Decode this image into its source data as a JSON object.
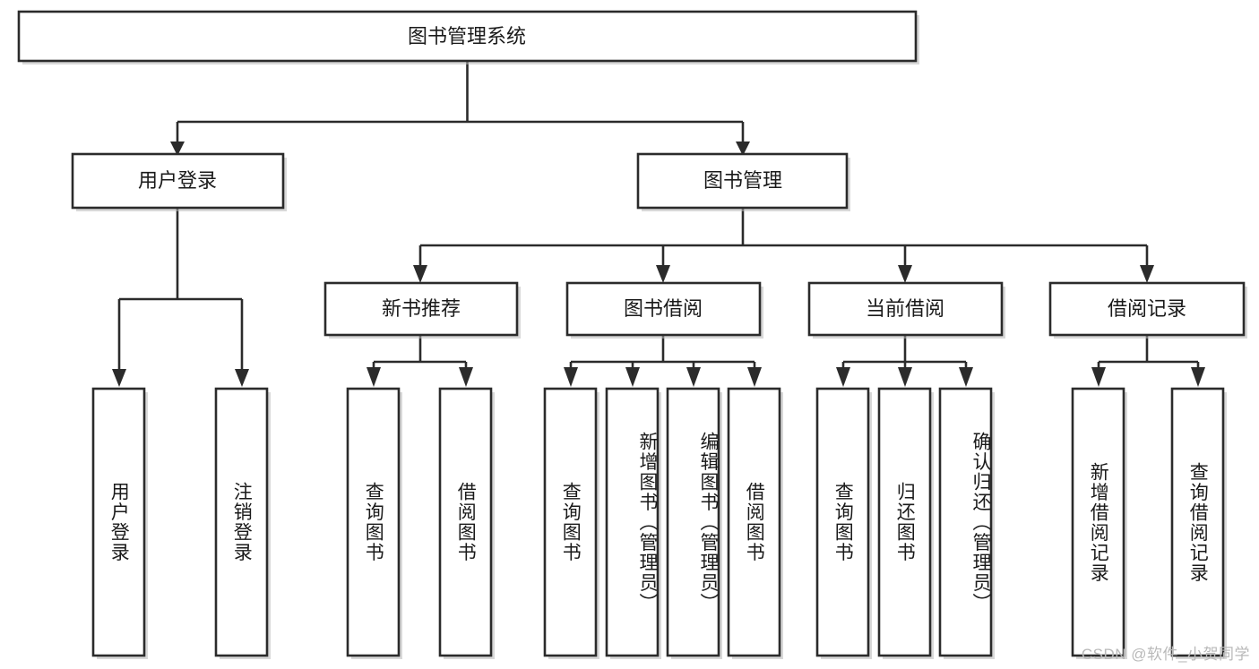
{
  "diagram": {
    "type": "tree-hierarchy",
    "title": "图书管理系统",
    "orientation": "top-down",
    "colors": {
      "box_stroke": "#2b2b2b",
      "box_fill": "#ffffff",
      "connector": "#2b2b2b",
      "background": "#ffffff",
      "watermark": "#b9b9b9"
    },
    "root": {
      "label": "图书管理系统"
    },
    "level2": [
      {
        "id": "user-login",
        "label": "用户登录"
      },
      {
        "id": "book-manage",
        "label": "图书管理"
      }
    ],
    "level3": [
      {
        "id": "new-book-recommend",
        "label": "新书推荐",
        "parent": "book-manage"
      },
      {
        "id": "book-borrow",
        "label": "图书借阅",
        "parent": "book-manage"
      },
      {
        "id": "current-borrow",
        "label": "当前借阅",
        "parent": "book-manage"
      },
      {
        "id": "borrow-record",
        "label": "借阅记录",
        "parent": "book-manage"
      }
    ],
    "leaves": {
      "user-login": [
        {
          "id": "leaf-user-login",
          "label": "用户登录"
        },
        {
          "id": "leaf-logout",
          "label": "注销登录"
        }
      ],
      "new-book-recommend": [
        {
          "id": "leaf-query-book-1",
          "label": "查询图书"
        },
        {
          "id": "leaf-borrow-book-1",
          "label": "借阅图书"
        }
      ],
      "book-borrow": [
        {
          "id": "leaf-query-book-2",
          "label": "查询图书"
        },
        {
          "id": "leaf-add-book",
          "label": "新增图书（管理员）"
        },
        {
          "id": "leaf-edit-book",
          "label": "编辑图书（管理员）"
        },
        {
          "id": "leaf-borrow-book-2",
          "label": "借阅图书"
        }
      ],
      "current-borrow": [
        {
          "id": "leaf-query-book-3",
          "label": "查询图书"
        },
        {
          "id": "leaf-return-book",
          "label": "归还图书"
        },
        {
          "id": "leaf-confirm-return",
          "label": "确认归还（管理员）"
        }
      ],
      "borrow-record": [
        {
          "id": "leaf-add-record",
          "label": "新增借阅记录"
        },
        {
          "id": "leaf-query-record",
          "label": "查询借阅记录"
        }
      ]
    }
  },
  "watermark": {
    "text": "CSDN @软件_小贺同学"
  }
}
